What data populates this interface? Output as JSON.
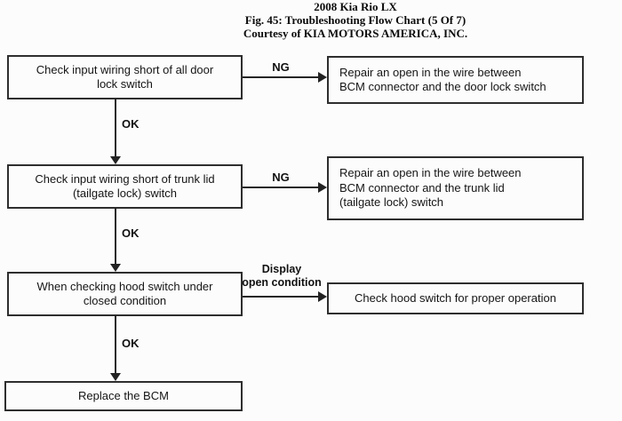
{
  "colors": {
    "ink": "#161616",
    "box_border": "#2e2e2e",
    "background": "#fcfcfc"
  },
  "header": {
    "line1": "2008 Kia Rio LX",
    "line2": "Fig. 45: Troubleshooting Flow Chart (5 Of 7)",
    "line3": "Courtesy of KIA MOTORS AMERICA, INC."
  },
  "flowchart": {
    "steps": [
      {
        "line1": "Check input wiring short of all door",
        "line2": "lock switch"
      },
      {
        "line1": "Check input wiring short of trunk lid",
        "line2": "(tailgate lock) switch"
      },
      {
        "line1": "When checking hood switch under",
        "line2": "closed condition"
      },
      {
        "line1": "Replace the BCM"
      }
    ],
    "results": [
      {
        "line1": "Repair an open in the wire between",
        "line2": "BCM connector and the door lock switch"
      },
      {
        "line1": "Repair an open in the wire between",
        "line2": "BCM connector and the trunk lid",
        "line3": "(tailgate lock) switch"
      },
      {
        "line1": "Check hood switch for proper operation"
      }
    ],
    "labels": {
      "ng1": "NG",
      "ng2": "NG",
      "ok1": "OK",
      "ok2": "OK",
      "ok3": "OK",
      "display_line1": "Display",
      "display_line2": "open condition"
    }
  }
}
